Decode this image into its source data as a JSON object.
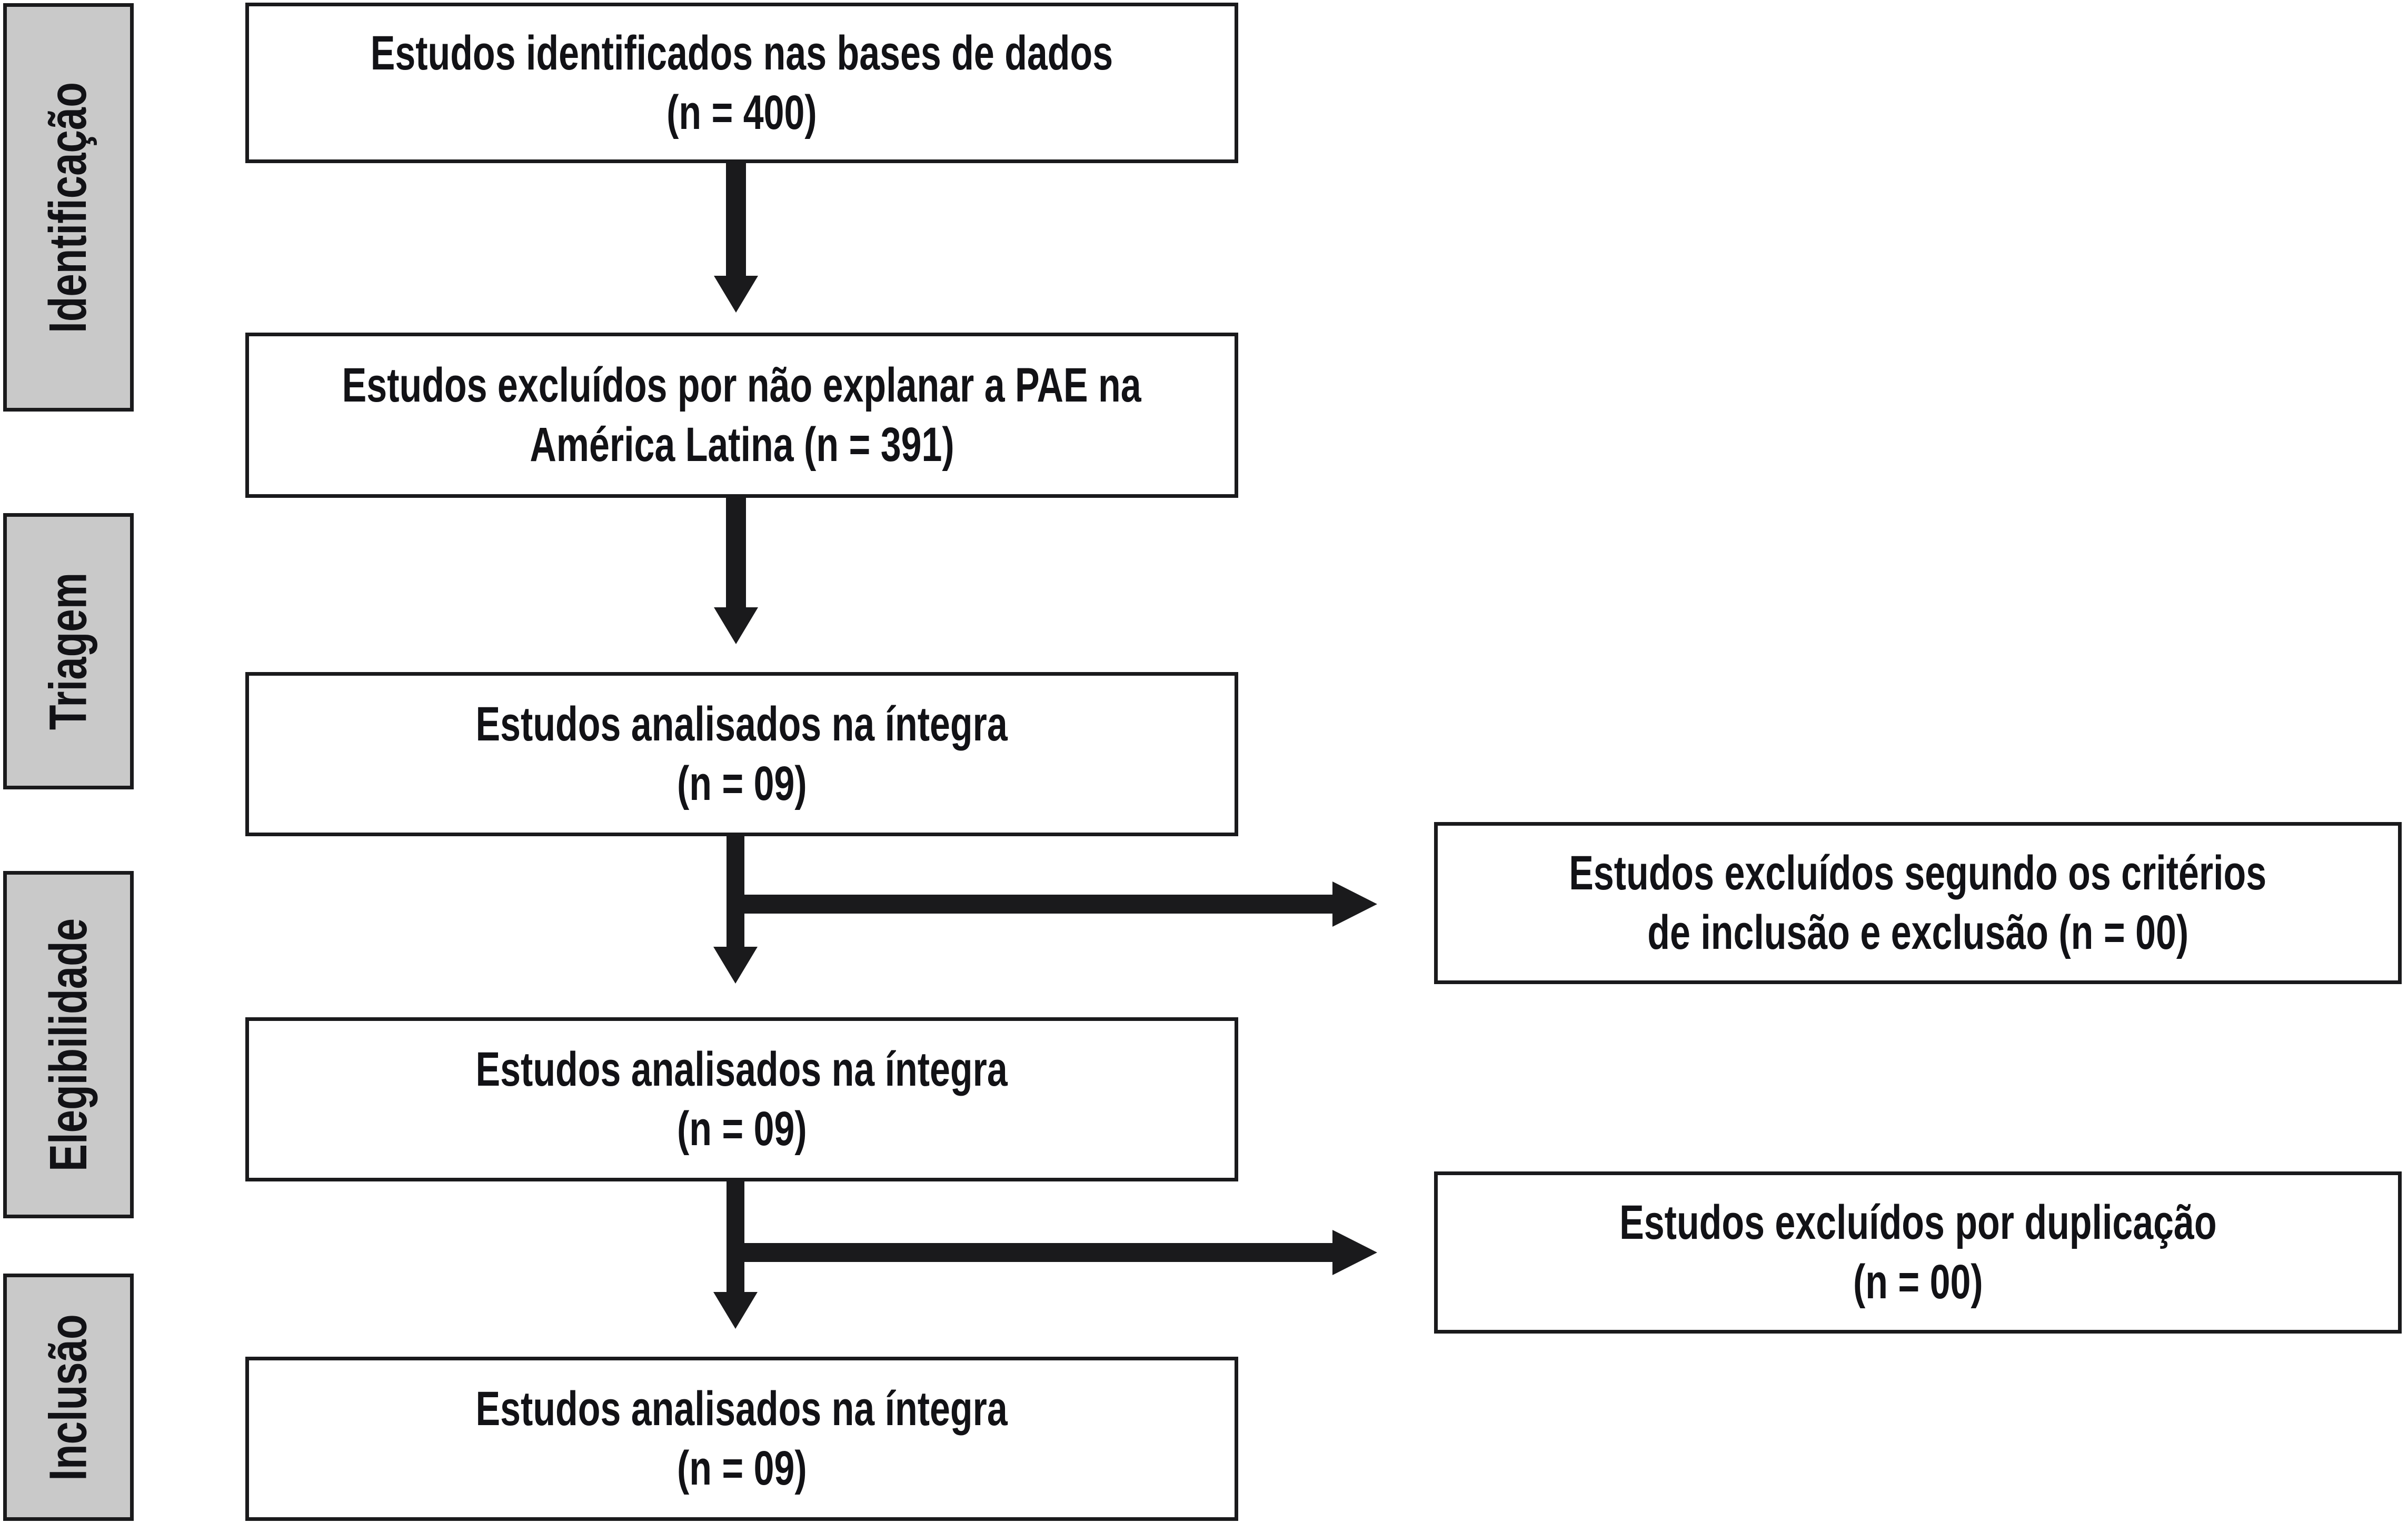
{
  "colors": {
    "background": "#ffffff",
    "box_border": "#1a1a1c",
    "stage_fill": "#c9c9c9",
    "arrow": "#1a1a1c",
    "text": "#121216"
  },
  "stages": [
    {
      "id": "identificacao",
      "label": "Identificação"
    },
    {
      "id": "triagem",
      "label": "Triagem"
    },
    {
      "id": "elegibilidade",
      "label": "Elegibilidade"
    },
    {
      "id": "inclusao",
      "label": "Inclusão"
    }
  ],
  "flow_boxes": [
    {
      "id": "identified",
      "lines": [
        "Estudos identificados nas bases de dados",
        "(n = 400)"
      ]
    },
    {
      "id": "excluded-pae",
      "lines": [
        "Estudos excluídos por não explanar a PAE na",
        "América Latina (n = 391)"
      ]
    },
    {
      "id": "analyzed-1",
      "lines": [
        "Estudos analisados na íntegra",
        "(n = 09)"
      ]
    },
    {
      "id": "analyzed-2",
      "lines": [
        "Estudos analisados na íntegra",
        "(n = 09)"
      ]
    },
    {
      "id": "analyzed-3",
      "lines": [
        "Estudos analisados na íntegra",
        "(n = 09)"
      ]
    }
  ],
  "exclusion_boxes": [
    {
      "id": "excluded-criteria",
      "lines": [
        "Estudos excluídos segundo os critérios",
        "de inclusão e exclusão (n = 00)"
      ]
    },
    {
      "id": "excluded-duplicates",
      "lines": [
        "Estudos excluídos por duplicação",
        "(n = 00)"
      ]
    }
  ]
}
